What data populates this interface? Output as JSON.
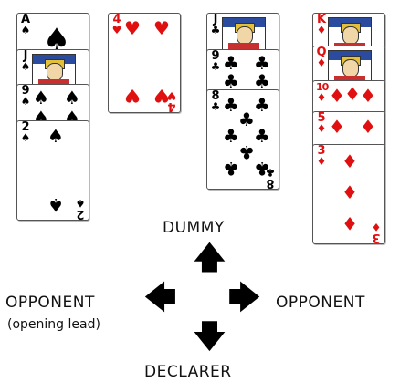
{
  "hands": {
    "spades": {
      "cards": [
        "A",
        "J",
        "9",
        "2"
      ],
      "suit": "♠"
    },
    "hearts": {
      "cards": [
        "4"
      ],
      "suit": "♥"
    },
    "clubs": {
      "cards": [
        "J",
        "9",
        "8"
      ],
      "suit": "♣"
    },
    "diamonds": {
      "cards": [
        "K",
        "Q",
        "10",
        "5",
        "3"
      ],
      "suit": "♦"
    }
  },
  "positions": {
    "north": "DUMMY",
    "west": "OPPONENT",
    "west_note": "(opening lead)",
    "east": "OPPONENT",
    "south": "DECLARER"
  },
  "arrows": {
    "up": "🡅",
    "down": "🡇",
    "left": "🡄",
    "right": "🡆"
  },
  "colors": {
    "red_suit": "#e01010",
    "black_suit": "#000000",
    "court_band": "#2b4c9e"
  }
}
